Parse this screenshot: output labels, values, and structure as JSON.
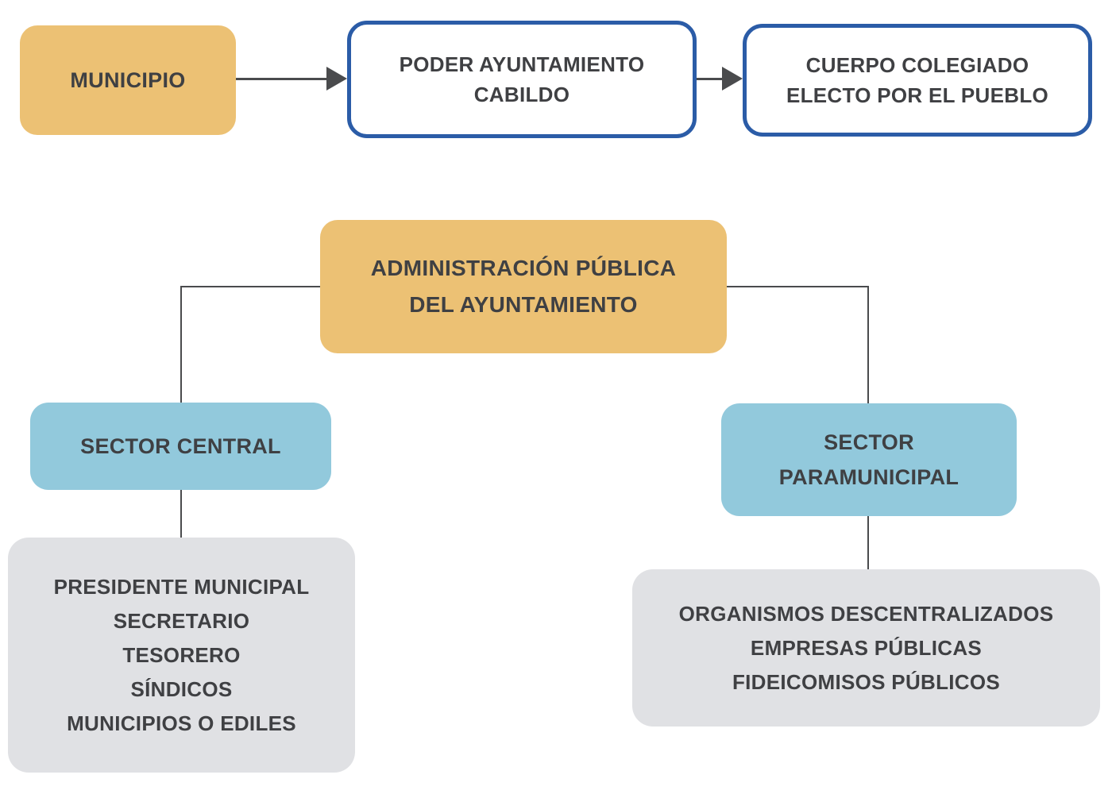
{
  "diagram": {
    "type": "flowchart-org-chart",
    "colors": {
      "orange_fill": "#ECC174",
      "blue_fill": "#92C9DC",
      "gray_fill": "#E0E1E4",
      "outline_blue": "#2B5CA7",
      "text_color": "#3F4043",
      "connector_color": "#4A4B4D",
      "background": "#FFFFFF"
    },
    "nodes": {
      "municipio": {
        "label": "MUNICIPIO"
      },
      "poder_ayuntamiento": {
        "line1": "PODER AYUNTAMIENTO",
        "line2": "CABILDO"
      },
      "cuerpo_colegiado": {
        "line1": "CUERPO COLEGIADO",
        "line2": "ELECTO POR EL PUEBLO"
      },
      "administracion": {
        "line1": "ADMINISTRACIÓN PÚBLICA",
        "line2": "DEL AYUNTAMIENTO"
      },
      "sector_central": {
        "label": "SECTOR CENTRAL",
        "members": [
          "PRESIDENTE MUNICIPAL",
          "SECRETARIO",
          "TESORERO",
          "SÍNDICOS",
          "MUNICIPIOS O EDILES"
        ]
      },
      "sector_paramunicipal": {
        "line1": "SECTOR",
        "line2": "PARAMUNICIPAL",
        "members": [
          "ORGANISMOS DESCENTRALIZADOS",
          "EMPRESAS PÚBLICAS",
          "FIDEICOMISOS PÚBLICOS"
        ]
      }
    }
  }
}
